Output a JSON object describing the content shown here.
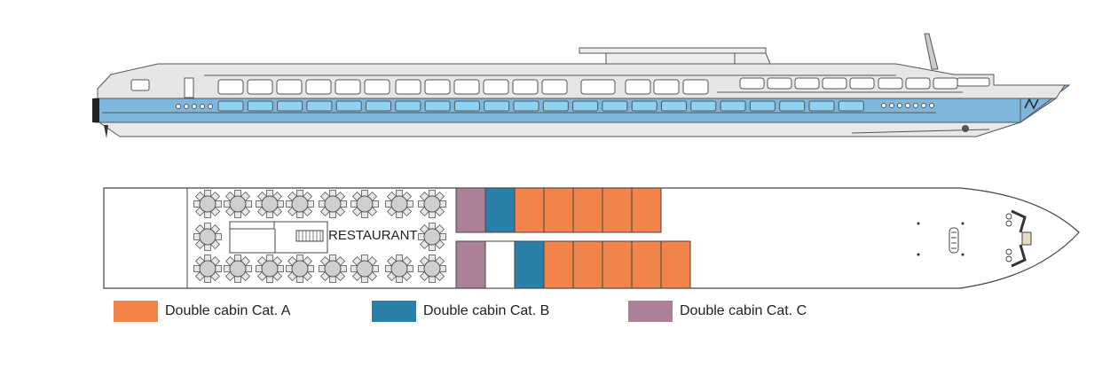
{
  "deck": {
    "restaurant_label": "RESTAURANT"
  },
  "legend": [
    {
      "label": "Double cabin Cat. A",
      "color": "#f2844b",
      "category": "A"
    },
    {
      "label": "Double cabin Cat. B",
      "color": "#2b80aa",
      "category": "B"
    },
    {
      "label": "Double cabin Cat. C",
      "color": "#ad8099",
      "category": "C"
    }
  ],
  "cabins": {
    "top_row": [
      "C",
      "B",
      "A",
      "A",
      "A",
      "A",
      "A"
    ],
    "bottom_row": [
      "C",
      "",
      "B",
      "A",
      "A",
      "A",
      "A",
      "A"
    ]
  },
  "colors": {
    "hull_blue": "#7eb6dc",
    "window_blue": "#8fd3f4",
    "hull_grey": "#e3e3e3",
    "outline": "#444444",
    "table_grey": "#cfcfcf"
  }
}
